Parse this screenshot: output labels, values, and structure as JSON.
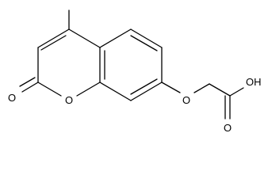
{
  "molecule": {
    "atom_labels": {
      "lactone_carbonyl_oxygen": "O",
      "ring_oxygen": "O",
      "ether_oxygen": "O",
      "acid_carbonyl_oxygen": "O",
      "hydroxyl": "OH"
    },
    "colors": {
      "bond": "#000000",
      "label": "#000000",
      "background": "#ffffff"
    }
  }
}
